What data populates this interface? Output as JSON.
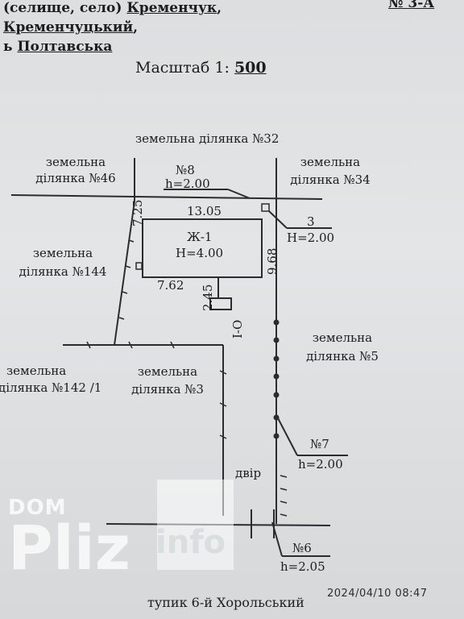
{
  "header": {
    "line1_prefix": "(селище, село)",
    "line1_value": "Кременчук",
    "line1_tail_value": "№ 3-А",
    "line2_value": "Кременчуцький",
    "line3_prefix": "ь",
    "line3_value": "Полтавська"
  },
  "scale": {
    "label": "Масштаб 1:",
    "value": "500"
  },
  "plots": {
    "p32": "земельна ділянка №32",
    "p46_line1": "земельна",
    "p46_line2": "ділянка №46",
    "p34_line1": "земельна",
    "p34_line2": "ділянка №34",
    "p144_line1": "земельна",
    "p144_line2": "ділянка №144",
    "p5_line1": "земельна",
    "p5_line2": "ділянка №5",
    "p142_line1": "земельна",
    "p142_line2": "ділянка №142 /1",
    "p3_line1": "земельна",
    "p3_line2": "ділянка №3"
  },
  "building": {
    "name": "Ж-1",
    "height": "Н=4.00",
    "dim_top": "13.05",
    "dim_left": "7.25",
    "dim_right": "9.68",
    "dim_bottom": "7.62",
    "dim_porch": "2.45",
    "porch_label": "І-О"
  },
  "structure3": {
    "number": "3",
    "height": "Н=2.00"
  },
  "fences": {
    "f8_number": "№8",
    "f8_height": "h=2.00",
    "f7_number": "№7",
    "f7_height": "h=2.00",
    "f6_number": "№6",
    "f6_height": "h=2.05"
  },
  "yard": "двір",
  "street": "тупик 6-й Хорольський",
  "timestamp": "2024/04/10  08:47",
  "watermark": {
    "dom": "DOM",
    "pliz": "Pliz",
    "info": "info"
  }
}
